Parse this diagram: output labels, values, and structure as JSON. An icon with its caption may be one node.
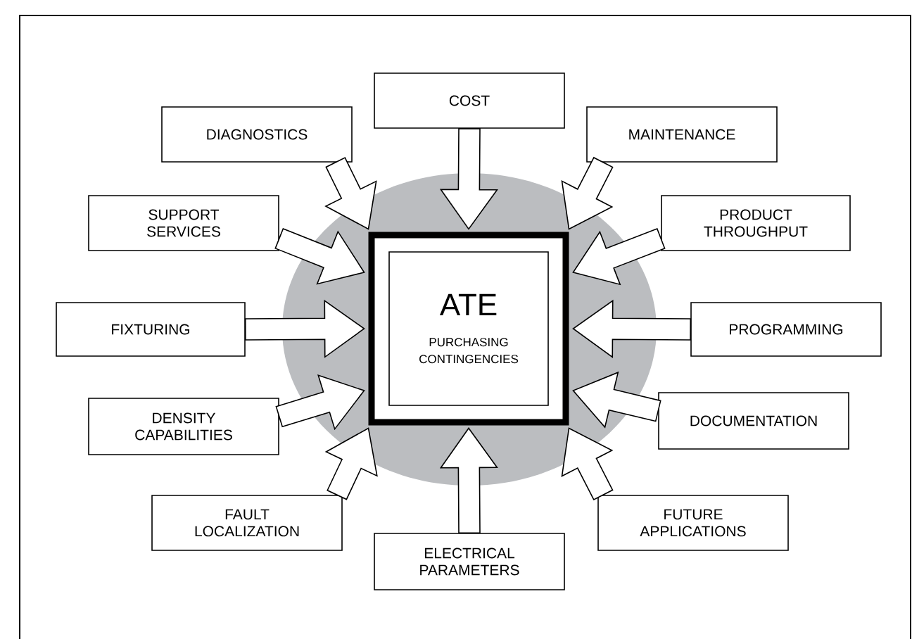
{
  "diagram": {
    "nodes": [
      {
        "text": [],
        "shape": "box"
      },
      {
        "text": [
          "ATE",
          "PURCHASING CONTINGENCIES"
        ],
        "in": 0
      },
      {
        "text": [
          "COST"
        ]
      },
      {
        "text": [
          "DIAGNOSTICS"
        ]
      },
      {
        "text": [
          "MAINTENANCE"
        ]
      },
      {
        "text": [
          "SUPPORT SERVICES"
        ]
      },
      {
        "text": [
          "PRODUCT THROUGHPUT"
        ]
      },
      {
        "text": [
          "FIXTURING"
        ]
      },
      {
        "text": [
          "PROGRAMMING"
        ]
      },
      {
        "text": [
          "DENSITY CAPABILITIES"
        ]
      },
      {
        "text": [
          "DOCUMENTATION"
        ]
      },
      {
        "text": [
          "FAULT LOCALIZATION"
        ]
      },
      {
        "text": [
          "FUTURE APPLICATIONS"
        ]
      },
      {
        "text": [
          "ELECTRICAL PARAMETERS"
        ]
      }
    ],
    "edges": [
      {
        "from": 2,
        "to": 0,
        "arrow": "to"
      },
      {
        "from": 3,
        "to": 0,
        "arrow": "to"
      },
      {
        "from": 4,
        "to": 0,
        "arrow": "to"
      },
      {
        "from": 5,
        "to": 0,
        "arrow": "to"
      },
      {
        "from": 6,
        "to": 0,
        "arrow": "to"
      },
      {
        "from": 7,
        "to": 0,
        "arrow": "to"
      },
      {
        "from": 8,
        "to": 0,
        "arrow": "to"
      },
      {
        "from": 9,
        "to": 0,
        "arrow": "to"
      },
      {
        "from": 10,
        "to": 0,
        "arrow": "to"
      },
      {
        "from": 11,
        "to": 0,
        "arrow": "to"
      },
      {
        "from": 12,
        "to": 0,
        "arrow": "to"
      },
      {
        "from": 13,
        "to": 0,
        "arrow": "to"
      }
    ]
  }
}
